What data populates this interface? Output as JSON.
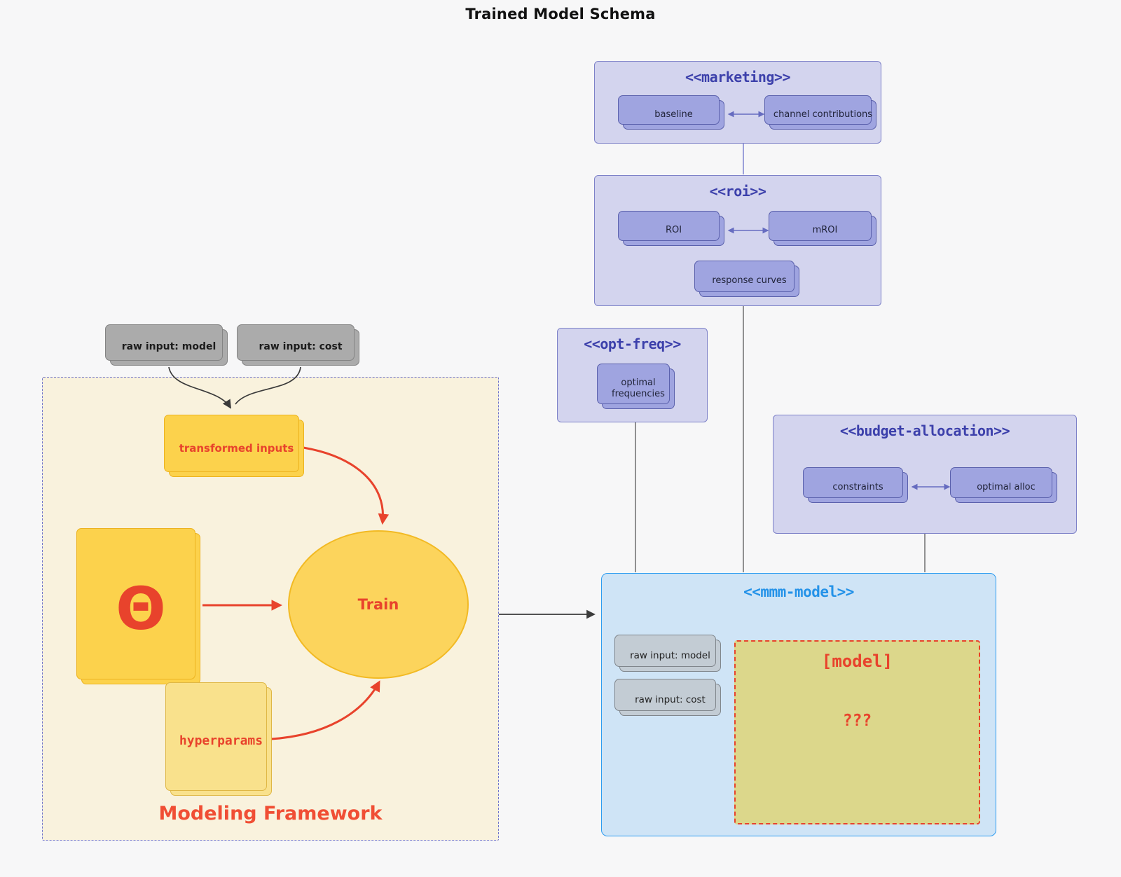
{
  "title": "Trained Model Schema",
  "colors": {
    "page_bg": "#f7f7f8",
    "purple_container": "#d3d4ee",
    "purple_node": "#9fa4e0",
    "purple_title": "#3c40ab",
    "blue_container": "#cfe4f6",
    "blue_title": "#2492e8",
    "red_accent": "#e8432c",
    "yellow_node": "#fcd24c",
    "cream_background": "#f9f2dd",
    "khaki_model_box": "#dcd78b",
    "gray_node": "#ababab"
  },
  "containers": {
    "marketing": {
      "title": "<<marketing>>",
      "baseline": "baseline",
      "channel_contributions": "channel contributions"
    },
    "roi": {
      "title": "<<roi>>",
      "roi": "ROI",
      "mroi": "mROI",
      "response_curves": "response curves"
    },
    "opt_freq": {
      "title": "<<opt-freq>>",
      "optimal_frequencies": "optimal frequencies"
    },
    "budget_allocation": {
      "title": "<<budget-allocation>>",
      "constraints": "constraints",
      "optimal_alloc": "optimal alloc"
    },
    "mmm_model": {
      "title": "<<mmm-model>>",
      "raw_input_model": "raw input: model",
      "raw_input_cost": "raw input: cost",
      "model_title": "[model]",
      "model_placeholder": "???"
    },
    "modeling_framework": {
      "label": "Modeling Framework",
      "transformed_inputs": "transformed inputs",
      "theta": "Θ",
      "train": "Train",
      "hyperparams": "hyperparams"
    }
  },
  "external_nodes": {
    "raw_input_model": "raw input: model",
    "raw_input_cost": "raw input: cost"
  }
}
